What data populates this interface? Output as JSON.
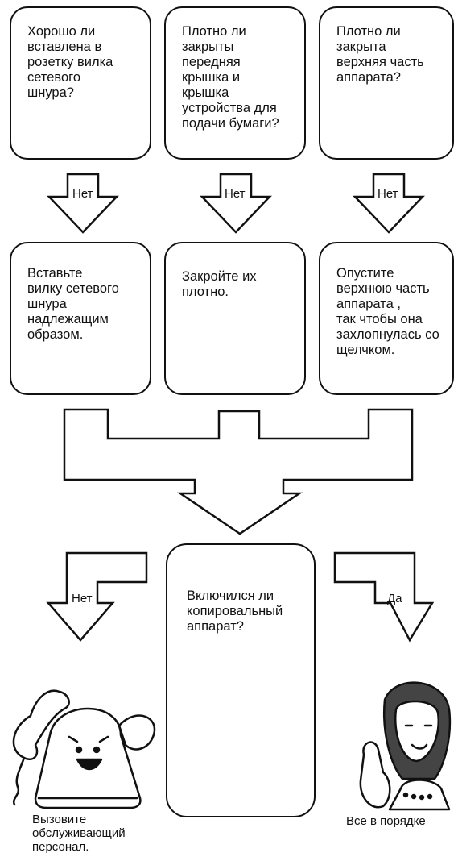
{
  "checks": [
    {
      "question": "Хорошо ли\nвставлена в\nрозетку вилка\nсетевого\nшнура?",
      "answer": "Нет",
      "action": "Вставьте\nвилку сетевого\nшнура\nнадлежащим\nобразом."
    },
    {
      "question": "Плотно ли\nзакрыты\nпередняя\nкрышка и\nкрышка\nустройства для\nподачи бумаги?",
      "answer": "Нет",
      "action": "Закройте их\nплотно."
    },
    {
      "question": "Плотно ли\nзакрыта\nверхняя часть\nаппарата?",
      "answer": "Нет",
      "action": "Опустите\nверхнюю часть\nаппарата ,\nтак чтобы она\nзахлопнулась со\nщелчком."
    }
  ],
  "final": {
    "question": "Включился ли\nкопировальный\nаппарат?",
    "no_label": "Нет",
    "yes_label": "Да",
    "no_result": "Вызовите\nобслуживающий\nперсонал.",
    "yes_result": "Все в порядке"
  },
  "icons": {
    "no": "telephone-icon",
    "yes": "woman-ok-icon"
  },
  "colors": {
    "line": "#111111",
    "background": "#ffffff"
  }
}
